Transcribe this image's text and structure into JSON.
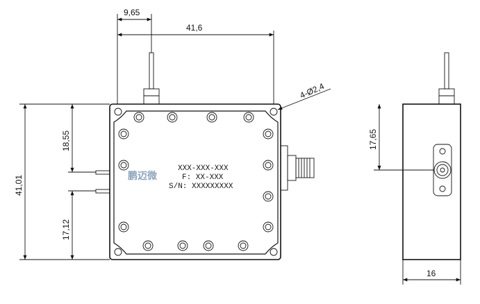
{
  "dimensions": {
    "top_offset": "9,65",
    "width": "41,6",
    "hole": "4-Ø2,4",
    "height": "41,01",
    "pin_upper": "18,55",
    "pin_lower": "17,12",
    "side_height": "17,65",
    "depth": "16"
  },
  "label": {
    "model": "XXX-XXX-XXX",
    "freq": "F: XX-XXX",
    "serial": "S/N: XXXXXXXXX",
    "logo": "鹏迈微"
  }
}
